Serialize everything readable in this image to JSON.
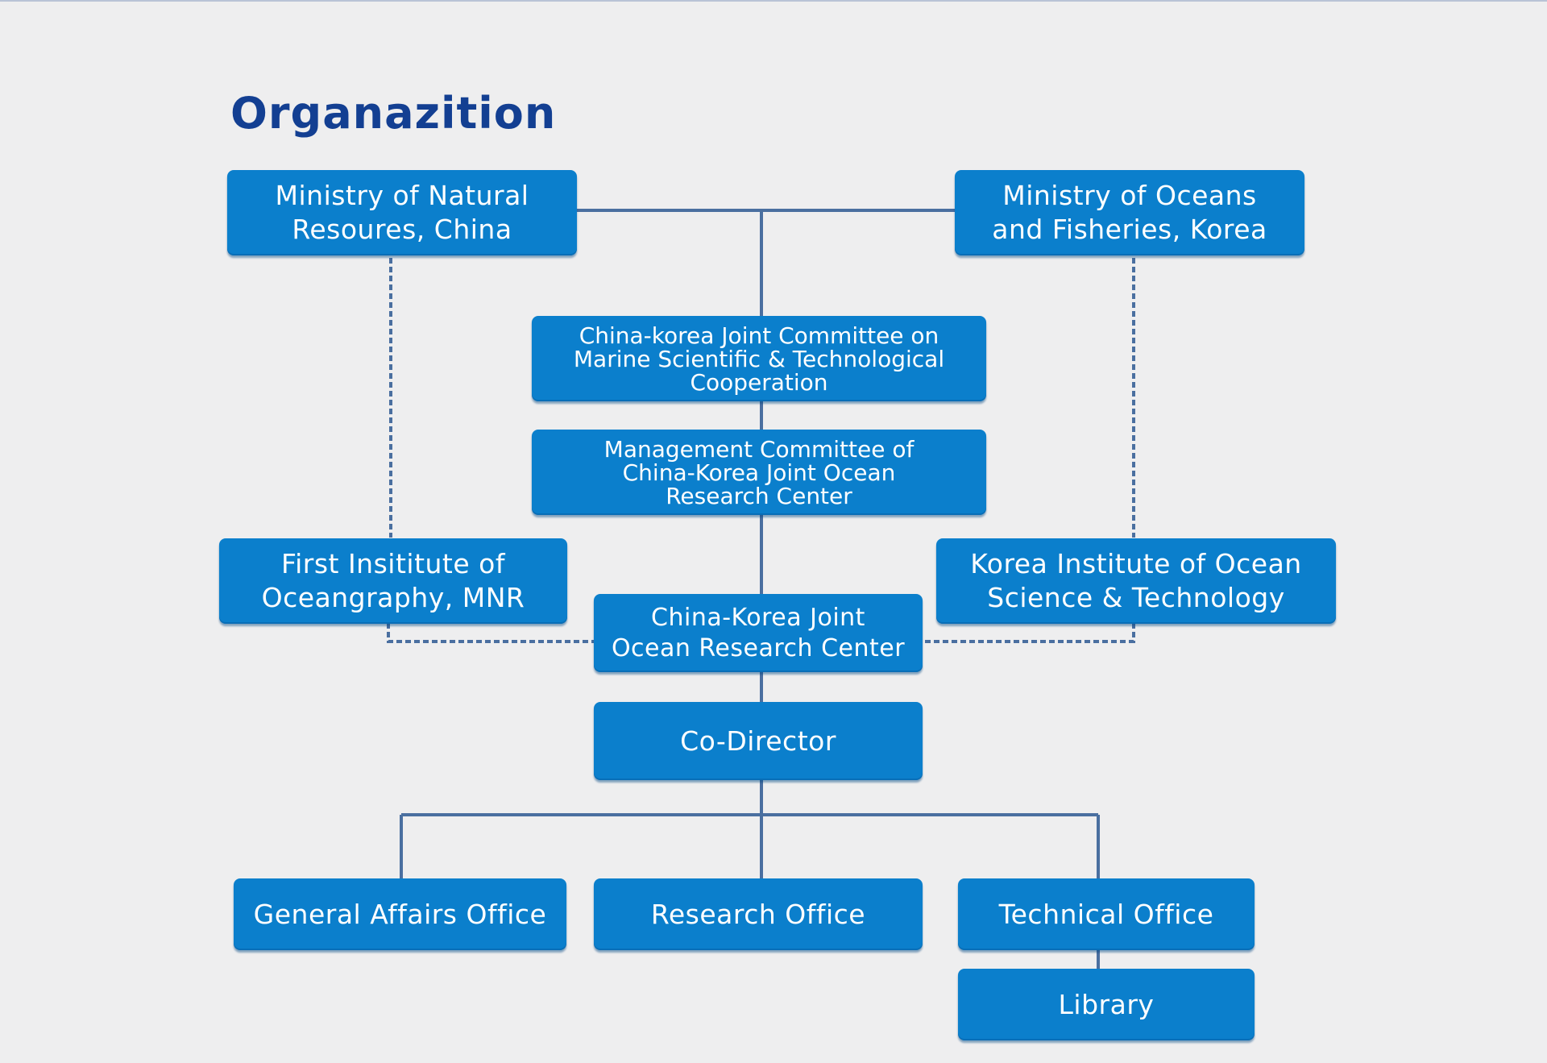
{
  "title": "Organazition",
  "nodes": {
    "ministry_china": {
      "lines": [
        "Ministry of Natural",
        "Resoures, China"
      ]
    },
    "ministry_korea": {
      "lines": [
        "Ministry of Oceans",
        "and Fisheries, Korea"
      ]
    },
    "joint_committee": {
      "lines": [
        "China-korea Joint Committee on",
        "Marine Scientific & Technological",
        "Cooperation"
      ]
    },
    "management_committee": {
      "lines": [
        "Management Committee of",
        "China-Korea Joint Ocean",
        "Research Center"
      ]
    },
    "first_institute": {
      "lines": [
        "First Insititute of",
        "Oceangraphy, MNR"
      ]
    },
    "kiost": {
      "lines": [
        "Korea Institute of Ocean",
        "Science & Technology"
      ]
    },
    "research_center": {
      "lines": [
        "China-Korea Joint",
        "Ocean Research Center"
      ]
    },
    "co_director": {
      "lines": [
        "Co-Director"
      ]
    },
    "general_affairs": {
      "lines": [
        "General Affairs Office"
      ]
    },
    "research_office": {
      "lines": [
        "Research Office"
      ]
    },
    "technical_office": {
      "lines": [
        "Technical Office"
      ]
    },
    "library": {
      "lines": [
        "Library"
      ]
    }
  },
  "colors": {
    "box": "#0b7fcc",
    "line": "#4a6fa0",
    "title": "#133f92",
    "background": "#eeeeef"
  }
}
